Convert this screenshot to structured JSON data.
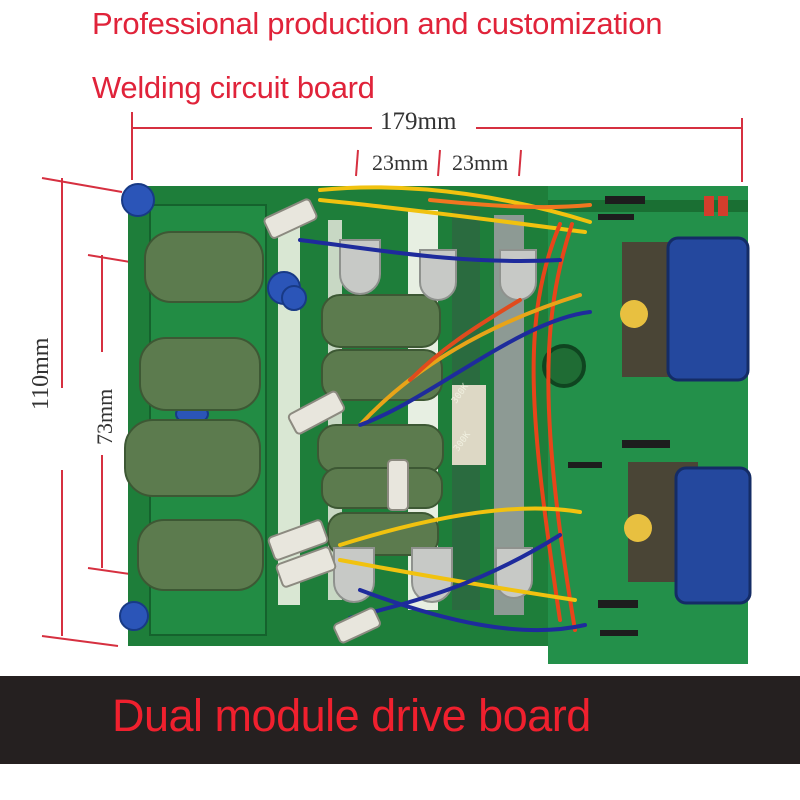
{
  "headline": {
    "line1": "Professional production and customization",
    "line2": "Welding circuit board"
  },
  "dimensions": {
    "width": "179mm",
    "module_a": "23mm",
    "module_b": "23mm",
    "height": "110mm",
    "inner_height": "73mm"
  },
  "board_markings": {
    "resistor_code_a": "300K",
    "resistor_code_b": "300K"
  },
  "banner": {
    "text": "Dual module drive board"
  },
  "colors": {
    "headline_red": "#e0233a",
    "banner_bg": "#252020",
    "banner_red": "#f0202e",
    "pcb_green": "#1f8a3c"
  }
}
